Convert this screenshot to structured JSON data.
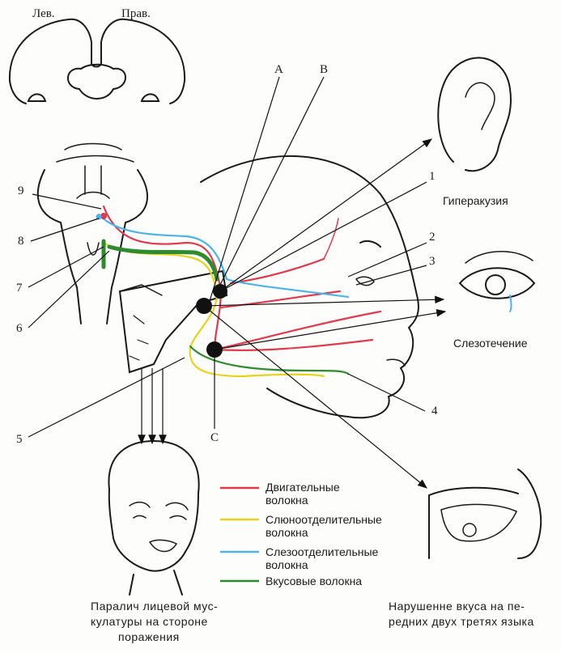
{
  "top_labels": {
    "left": "Лев.",
    "right": "Прав."
  },
  "points": {
    "a": "A",
    "b": "B",
    "c": "C"
  },
  "numbers": {
    "n1": "1",
    "n2": "2",
    "n3": "3",
    "n4": "4",
    "n5": "5",
    "n6": "6",
    "n7": "7",
    "n8": "8",
    "n9": "9"
  },
  "symptoms": {
    "hyperacusis": "Гиперакузия",
    "lacrimation": "Слезотечение"
  },
  "legend": [
    {
      "color": "#e23a4d",
      "line1": "Двигательные",
      "line2": "волокна"
    },
    {
      "color": "#e8d21c",
      "line1": "Слюноотделительные",
      "line2": "волокна"
    },
    {
      "color": "#4ab3e8",
      "line1": "Слезоотделительные",
      "line2": "волокна"
    },
    {
      "color": "#2e8c2e",
      "line1": "Вкусовые  волокна",
      "line2": ""
    }
  ],
  "captions": {
    "paralysis": [
      "Паралич лицевой мус-",
      "кулатуры на стороне",
      "поражения"
    ],
    "taste": [
      "Нарушенне вкуса на пе-",
      "редних двух третях языка"
    ]
  }
}
